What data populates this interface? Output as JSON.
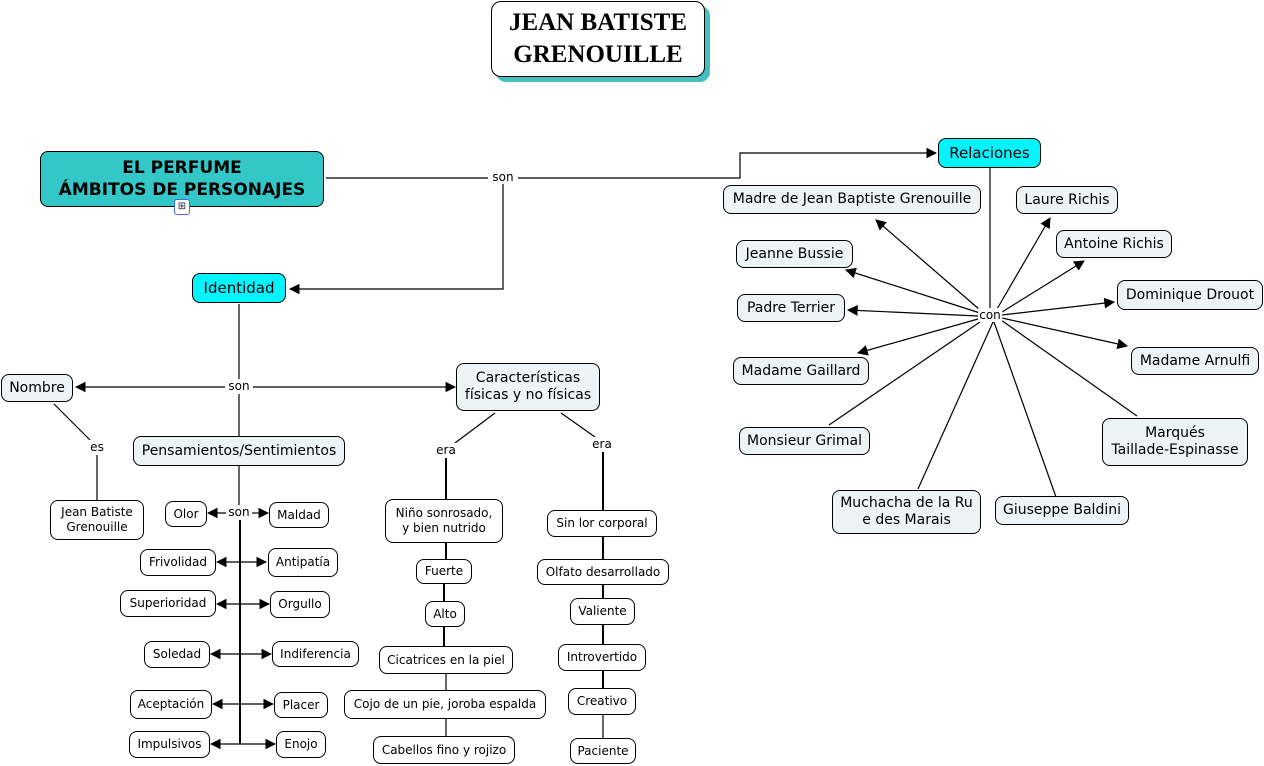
{
  "title": "JEAN BATISTE\nGRENOUILLE",
  "main": {
    "label": "EL PERFUME\nÁMBITOS DE PERSONAJES",
    "submap_icon": "submap-icon"
  },
  "link_labels": {
    "main_son": "son",
    "identidad_son": "son",
    "nombre_es": "es",
    "pensamientos_son": "son",
    "caracteristicas_era_left": "era",
    "caracteristicas_era_right": "era",
    "relaciones_con": "con"
  },
  "identidad": {
    "label": "Identidad",
    "nombre": {
      "label": "Nombre",
      "value": "Jean Batiste\nGrenouille"
    },
    "pensamientos": {
      "label": "Pensamientos/Sentimientos",
      "left": [
        "Olor",
        "Frivolidad",
        "Superioridad",
        "Soledad",
        "Aceptación",
        "Impulsivos"
      ],
      "right": [
        "Maldad",
        "Antipatía",
        "Orgullo",
        "Indiferencia",
        "Placer",
        "Enojo"
      ]
    },
    "caracteristicas": {
      "label": "Características\nfísicas y no físicas",
      "fisicas": [
        "Niño sonrosado,\ny bien nutrido",
        "Fuerte",
        "Alto",
        "Cicatrices en la piel",
        "Cojo de un pie, joroba espalda",
        "Cabellos fino y rojizo"
      ],
      "no_fisicas": [
        "Sin lor corporal",
        "Olfato desarrollado",
        "Valiente",
        "Introvertido",
        "Creativo",
        "Paciente"
      ]
    }
  },
  "relaciones": {
    "label": "Relaciones",
    "people": [
      "Madre de Jean Baptiste Grenouille",
      "Laure Richis",
      "Jeanne Bussie",
      "Antoine Richis",
      "Padre Terrier",
      "Dominique Drouot",
      "Madame Gaillard",
      "Madame Arnulfi",
      "Monsieur Grimal",
      "Marqués\nTaillade-Espinasse",
      "Muchacha de la Ru\ne des Marais",
      "Giuseppe Baldini"
    ]
  },
  "colors": {
    "main_node": "#33c7c7",
    "cyan_node": "#00f5ff",
    "grey_node": "#eef3f6",
    "title_shadow": "#45bfbf"
  }
}
